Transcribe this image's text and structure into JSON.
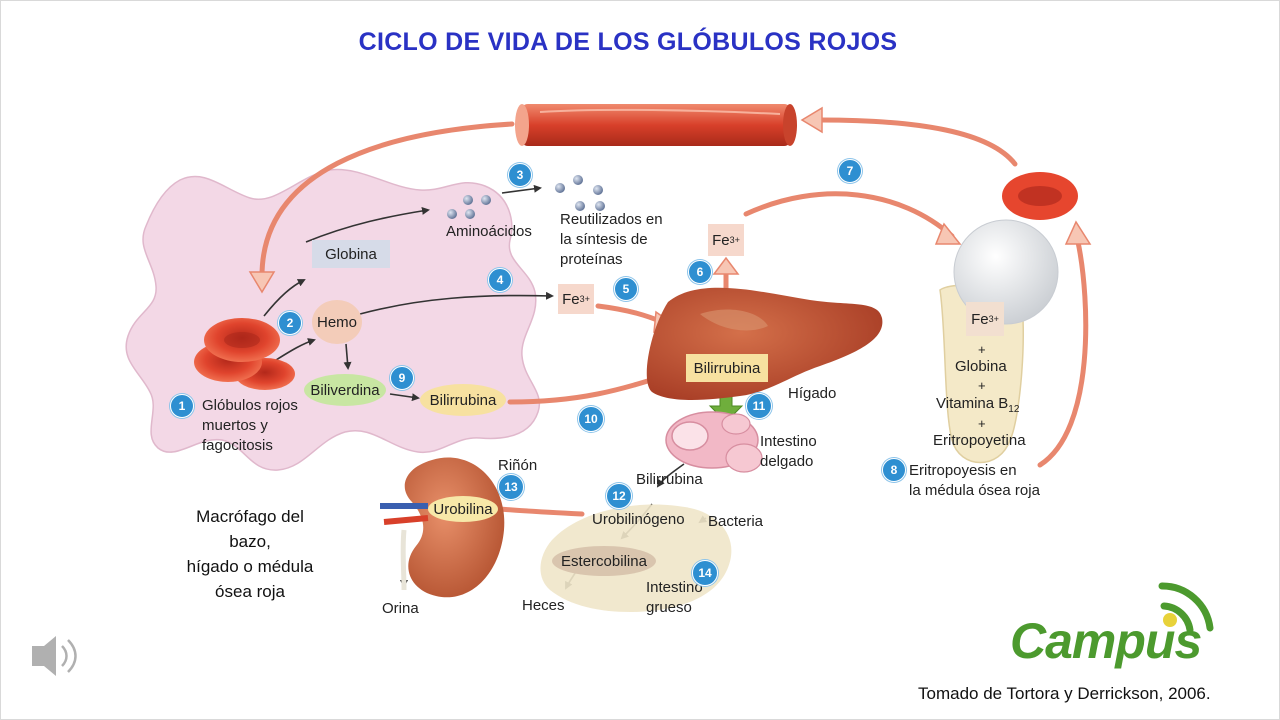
{
  "title": "CICLO DE VIDA DE LOS GLÓBULOS ROJOS",
  "steps": {
    "s1": "1",
    "s2": "2",
    "s3": "3",
    "s4": "4",
    "s5": "5",
    "s6": "6",
    "s7": "7",
    "s8": "8",
    "s9": "9",
    "s10": "10",
    "s11": "11",
    "s12": "12",
    "s13": "13",
    "s14": "14"
  },
  "labels": {
    "globina": "Globina",
    "hemo": "Hemo",
    "biliverdina": "Biliverdina",
    "bilirrubina_macrofago": "Bilirrubina",
    "aminoacidos": "Aminoácidos",
    "reutilizados": [
      "Reutilizados en",
      "la síntesis de",
      "proteínas"
    ],
    "fe_symbol": "Fe",
    "fe_charge": "3+",
    "bilirrubina_higado": "Bilirrubina",
    "higado": "Hígado",
    "intestino_delgado": [
      "Intestino",
      "delgado"
    ],
    "bilirrubina_intestino": "Bilirrubina",
    "urobilinogeno": "Urobilinógeno",
    "bacteria": "Bacteria",
    "estercobilina": "Estercobilina",
    "heces": "Heces",
    "intestino_grueso": [
      "Intestino",
      "grueso"
    ],
    "rinon": "Riñón",
    "urobilina": "Urobilina",
    "orina": "Orina",
    "globulos_rojos": [
      "Glóbulos rojos",
      "muertos y",
      "fagocitosis"
    ],
    "macrofago": [
      "Macrófago del",
      "bazo,",
      "hígado o médula",
      "ósea roja"
    ],
    "marrow_plus": "+",
    "marrow_globina": "Globina",
    "marrow_vitamina": "Vitamina B",
    "marrow_vitamina_sub": "12",
    "marrow_eritropoyetina": "Eritropoyetina",
    "eritropoyesis": [
      "Eritropoyesis en",
      "la médula ósea roja"
    ]
  },
  "logo": {
    "text": "Campus",
    "color": "#4c9a2e"
  },
  "credit": "Tomado de Tortora y Derrickson, 2006.",
  "icons": {
    "speaker": "speaker-icon",
    "signal": "wifi-signal-icon"
  },
  "colors": {
    "title": "#2a32c4",
    "step_badge": "#2e8fd1",
    "macrophage": "#f2d6e4",
    "flow_arrow": "#e8876e",
    "blood": "#d8402a",
    "liver": "#b5452c"
  }
}
